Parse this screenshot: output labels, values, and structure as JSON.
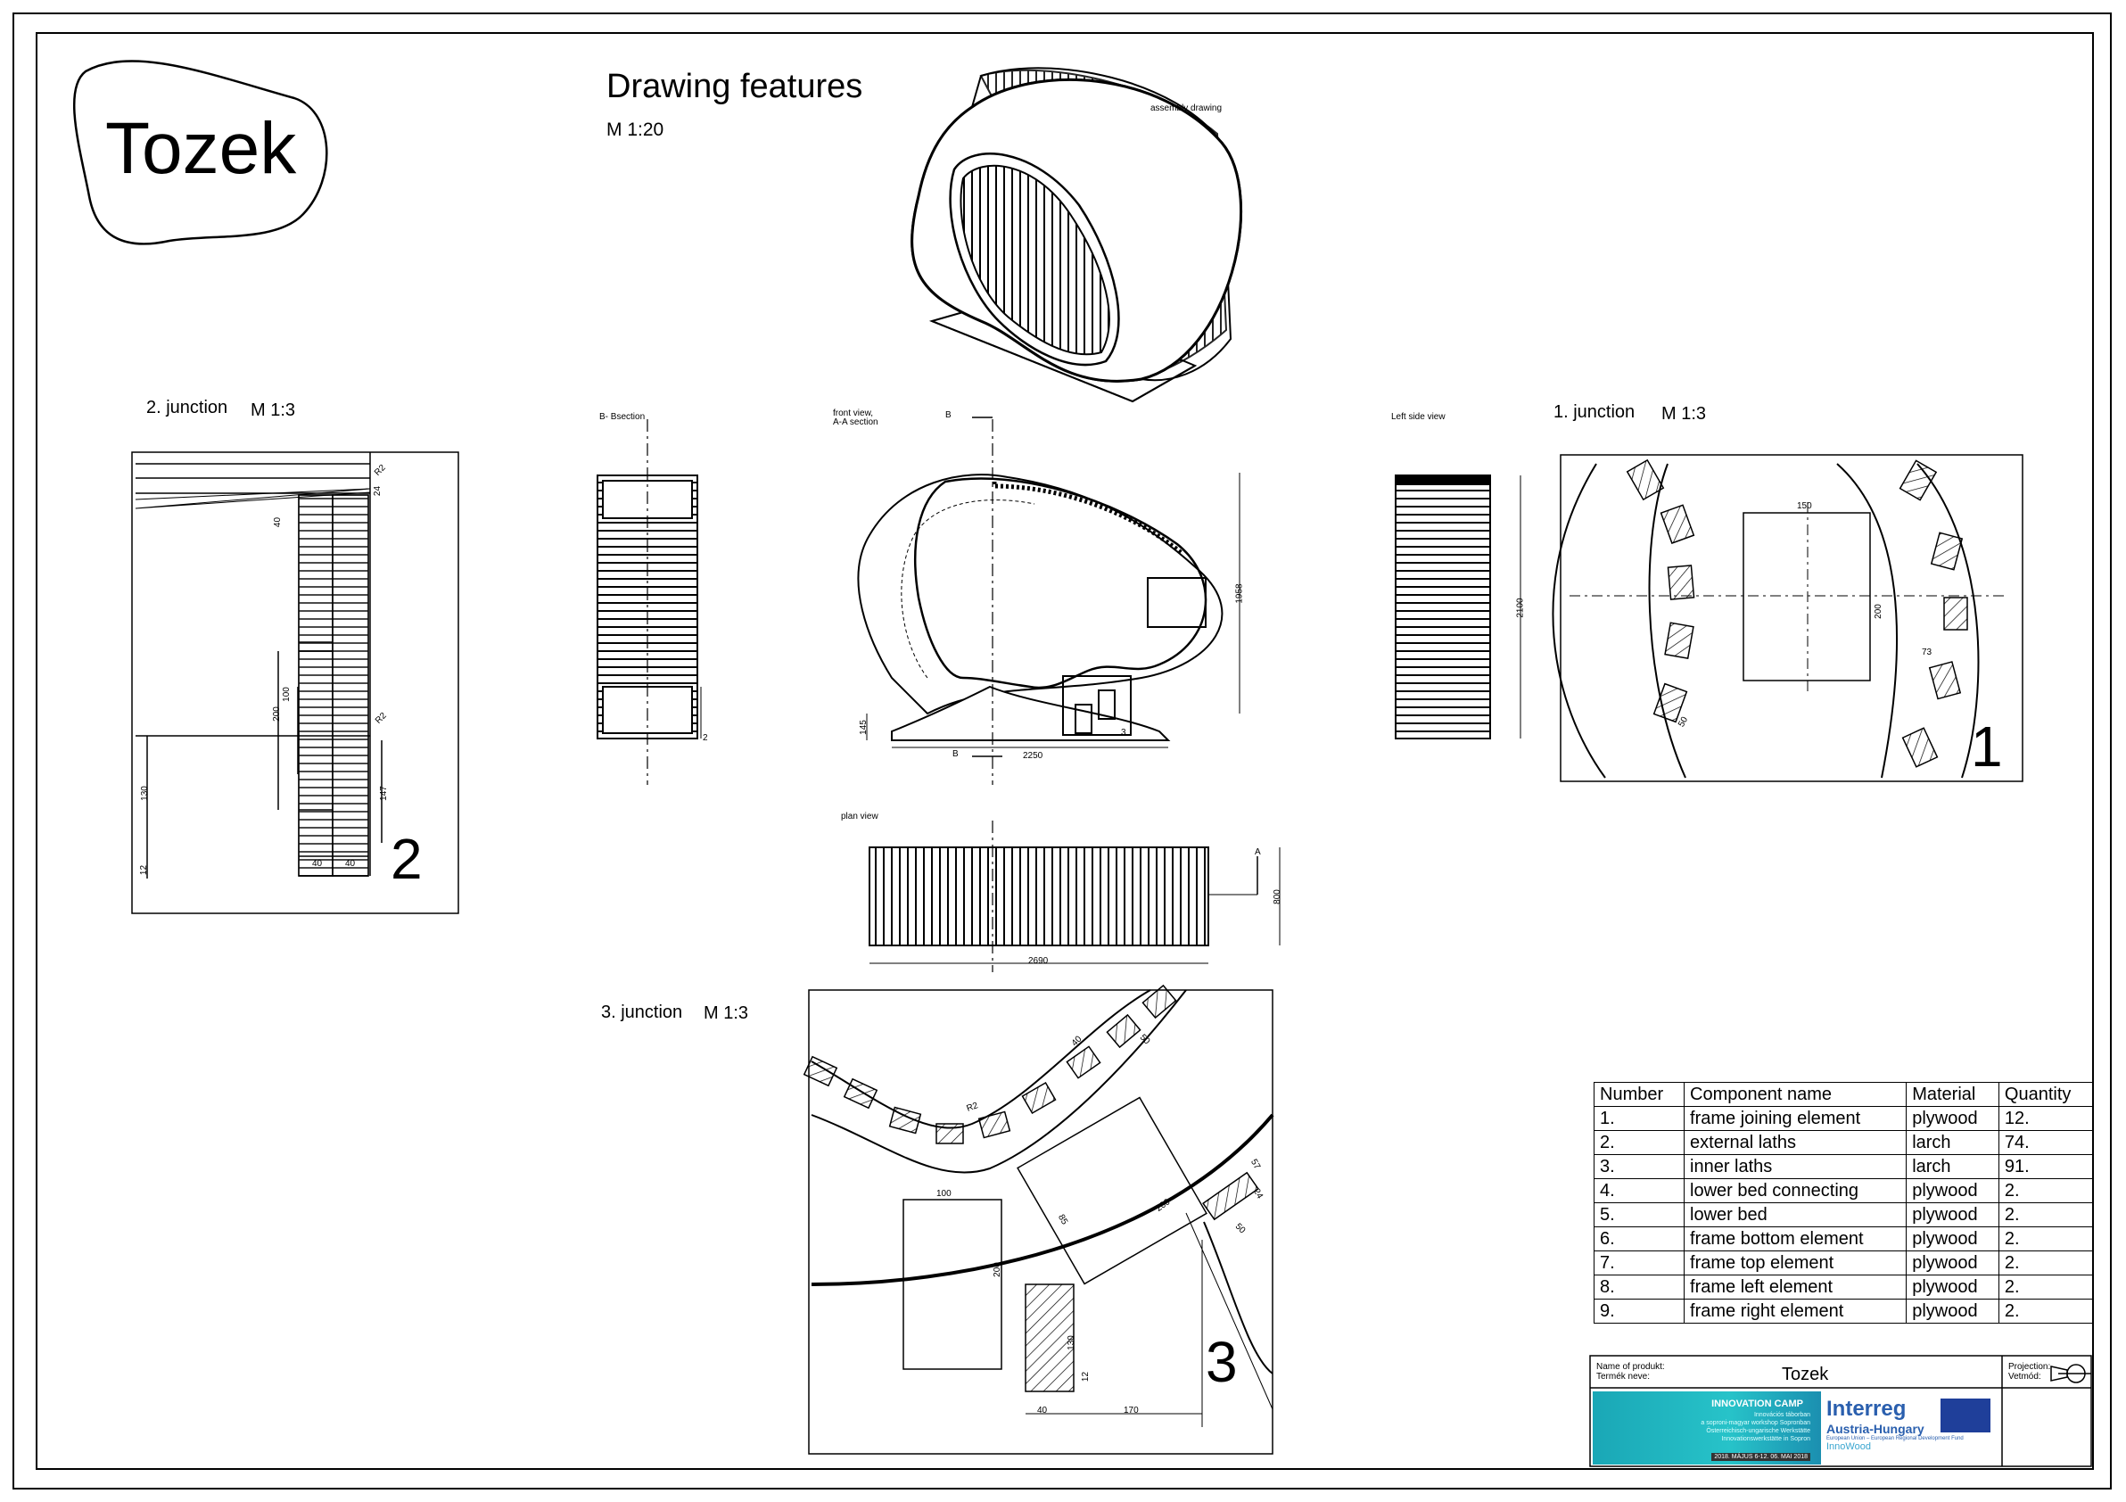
{
  "logo": {
    "text": "Tozek"
  },
  "header": {
    "title": "Drawing features",
    "scale": "M 1:20"
  },
  "views": {
    "assembly": "assembly drawing",
    "b_section": "B- Bsection",
    "front_view_line1": "front view,",
    "front_view_line2": "A-A section",
    "left_side": "Left side view",
    "plan": "plan view"
  },
  "junctions": {
    "j1": {
      "label": "1. junction",
      "scale": "M 1:3",
      "number": "1"
    },
    "j2": {
      "label": "2. junction",
      "scale": "M 1:3",
      "number": "2"
    },
    "j3": {
      "label": "3. junction",
      "scale": "M 1:3",
      "number": "3"
    }
  },
  "section_markers": {
    "b": "B",
    "a": "A"
  },
  "dimensions": {
    "j2_r2a": "R2",
    "j2_24": "24",
    "j2_40": "40",
    "j2_200": "200",
    "j2_100": "100",
    "j2_r2b": "R2",
    "j2_130": "130",
    "j2_147": "147",
    "j2_12": "12",
    "j2_40b": "40",
    "j2_40c": "40",
    "front_1958": "1958",
    "front_145": "145",
    "front_2250": "2250",
    "front_3": "3",
    "bsec_2": "2",
    "left_2100": "2100",
    "plan_800": "800",
    "plan_2690": "2690",
    "j1_150": "150",
    "j1_200": "200",
    "j1_73": "73",
    "j1_50": "50",
    "j3_40": "40",
    "j3_50a": "50",
    "j3_r2": "R2",
    "j3_100": "100",
    "j3_200a": "200",
    "j3_200b": "200",
    "j3_85": "85",
    "j3_57": "57",
    "j3_24": "24",
    "j3_50b": "50",
    "j3_130": "130",
    "j3_12": "12",
    "j3_40b": "40",
    "j3_170": "170"
  },
  "bom": {
    "headers": [
      "Number",
      "Component name",
      "Material",
      "Quantity"
    ],
    "rows": [
      [
        "1.",
        "frame joining element",
        "plywood",
        "12."
      ],
      [
        "2.",
        "external laths",
        "larch",
        "74."
      ],
      [
        "3.",
        "inner laths",
        "larch",
        "91."
      ],
      [
        "4.",
        "lower bed connecting",
        "plywood",
        "2."
      ],
      [
        "5.",
        "lower bed",
        "plywood",
        "2."
      ],
      [
        "6.",
        "frame bottom element",
        "plywood",
        "2."
      ],
      [
        "7.",
        "frame top element",
        "plywood",
        "2."
      ],
      [
        "8.",
        "frame left element",
        "plywood",
        "2."
      ],
      [
        "9.",
        "frame right element",
        "plywood",
        "2."
      ]
    ]
  },
  "title_block": {
    "name_label_1": "Name of produkt:",
    "name_label_2": "Termék neve:",
    "product": "Tozek",
    "projection_label_1": "Projection:",
    "projection_label_2": "Vetmód:",
    "camp_title": "INNOVATION CAMP",
    "camp_sub": "Innovációs táborban\na soproni-magyar workshop Sopronban\nÖsterreichisch-ungarische Werkstätte\nInnovationswerkstätte in Sopron",
    "camp_date": "2018. MÁJUS 6-12. 06. MAI 2018",
    "interreg": "Interreg",
    "region": "Austria-Hungary",
    "fund": "European Union – European Regional Development Fund",
    "innowood": "InnoWood"
  },
  "colors": {
    "line": "#000000",
    "camp": "#1aa7b6",
    "interreg": "#2a5fae",
    "eu": "#1f3f9a"
  }
}
